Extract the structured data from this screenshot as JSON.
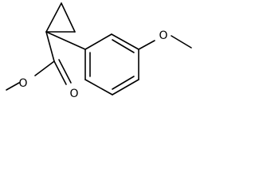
{
  "molecule": {
    "atoms": {
      "ester_oxygen": "O",
      "carbonyl_oxygen": "O",
      "methoxy_oxygen": "O"
    }
  }
}
